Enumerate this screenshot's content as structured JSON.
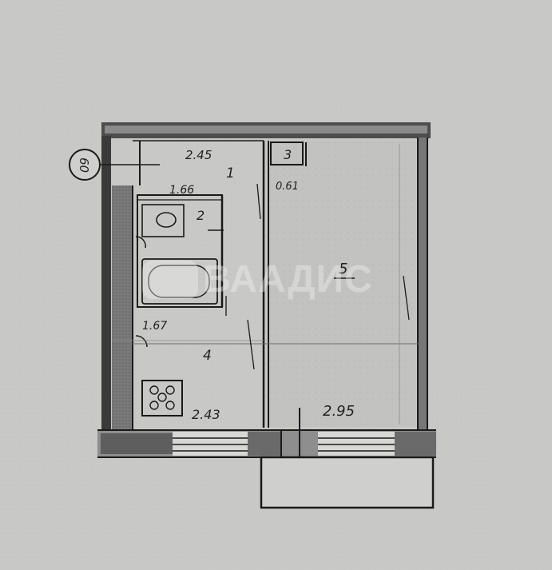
{
  "plan": {
    "entrance_marker": "60",
    "rooms": [
      {
        "number": "1",
        "dim_top": "2.45"
      },
      {
        "number": "2",
        "dim_top": "1.66"
      },
      {
        "number": "3",
        "dim_side": "0.61"
      },
      {
        "number": "4",
        "dim_top": "1.67",
        "dim_bottom": "2.43"
      },
      {
        "number": "5",
        "dim_bottom": "2.95"
      }
    ]
  },
  "watermark": {
    "text": "ВААДИС"
  },
  "colors": {
    "paper": "#c9c9c7",
    "ink": "#1a1a1a",
    "wall_fill": "#6e6e6e"
  }
}
